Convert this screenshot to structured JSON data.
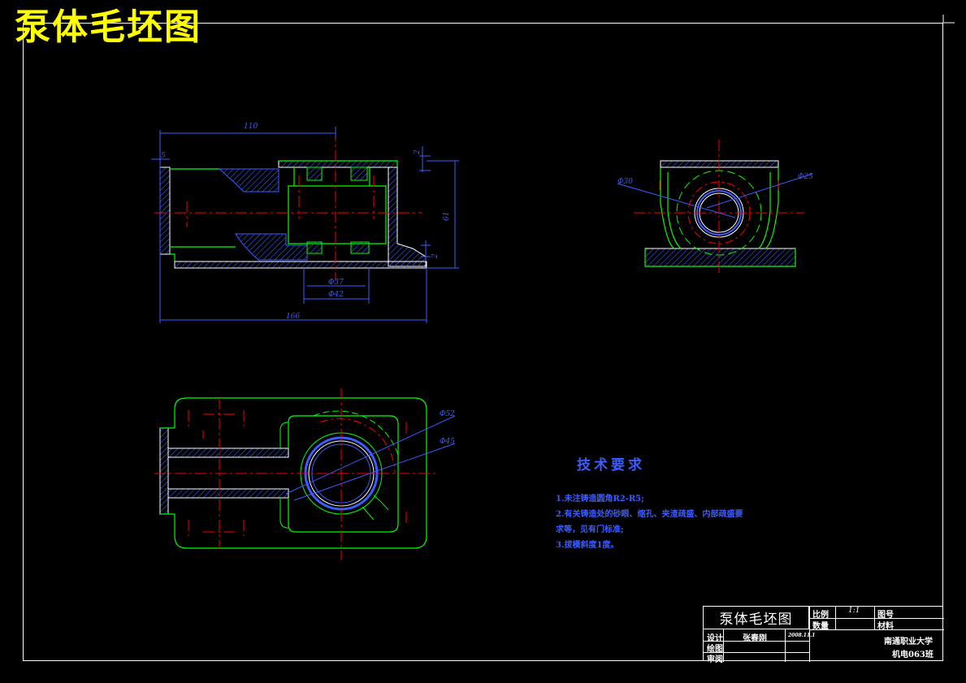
{
  "title": "泵体毛坯图",
  "colors": {
    "background": "#000000",
    "title": "#ffff00",
    "outline": "#00ff00",
    "centerline": "#ff0000",
    "dimension": "#3c5cff",
    "hatch": "#3c5cff",
    "frame": "#ffffff"
  },
  "dimensions": {
    "d_110": "110",
    "d_5": "5",
    "d_2_top": "2",
    "d_61": "61",
    "d_2_bottom": "2",
    "d_phi37": "Φ37",
    "d_phi42": "Φ42",
    "d_166": "166",
    "d_phi30": "Φ30",
    "d_phi25": "Φ25",
    "d_phi52": "Φ52",
    "d_phi45": "Φ45"
  },
  "technical_requirements": {
    "heading": "技术要求",
    "lines": [
      "1.未注铸造圆角R2-R5;",
      "2.有关铸造处的砂眼、缩孔、夹渣疏盛、内部疏盛要",
      "求等，见有门标准;",
      "3.拔模斜度1度。"
    ]
  },
  "title_block": {
    "drawing_name": "泵体毛坯图",
    "scale_label": "比例",
    "scale_value": "1:1",
    "quantity_label": "数量",
    "drawing_no_label": "图号",
    "material_label": "材料",
    "design_label": "设计",
    "designer": "张春刚",
    "date": "2008.11.1",
    "draw_label": "绘图",
    "review_label": "审阅",
    "school": "南通职业大学",
    "class": "机电063班"
  }
}
